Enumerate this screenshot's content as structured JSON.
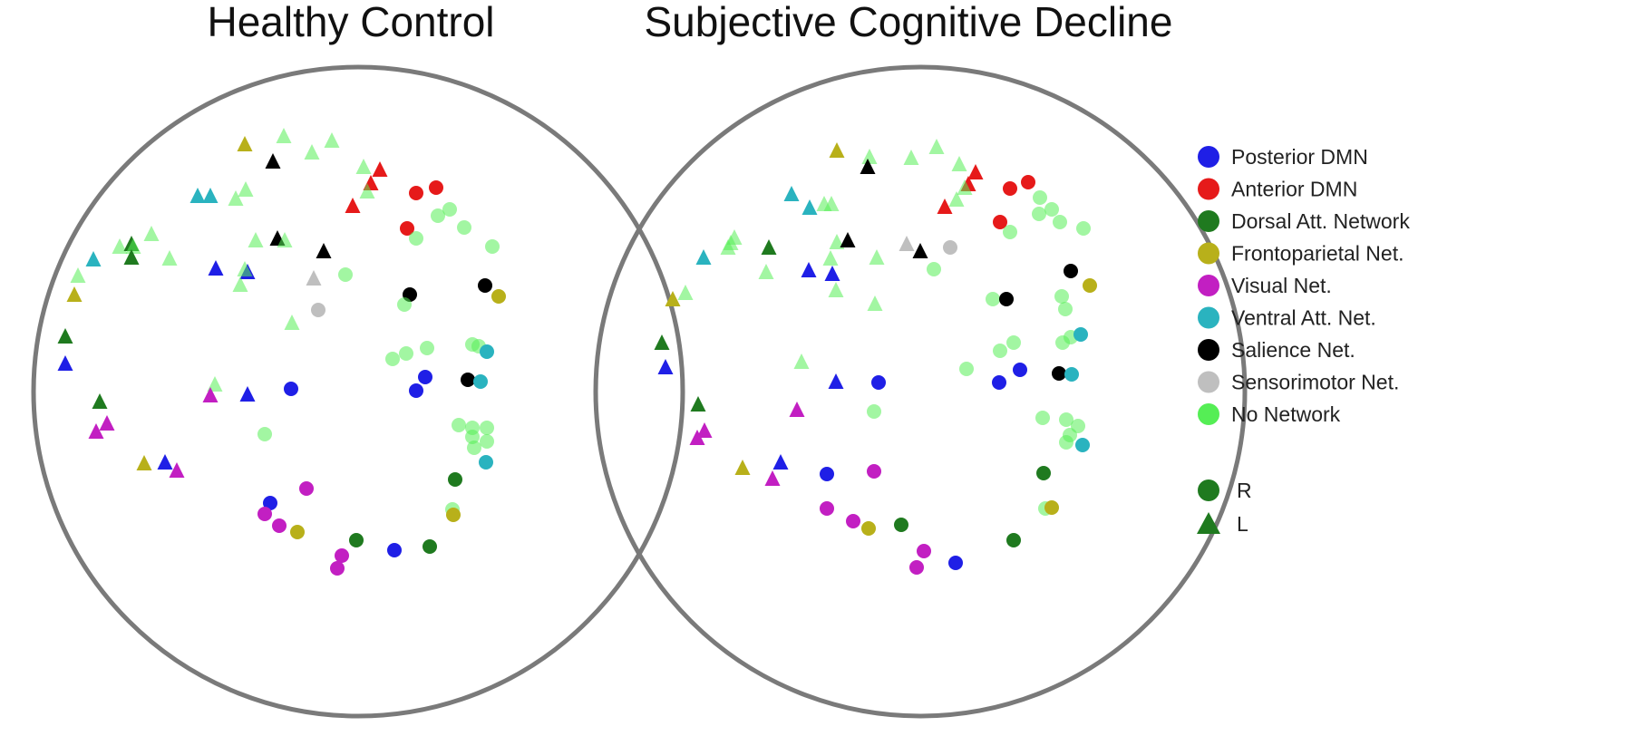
{
  "titles": {
    "left": "Healthy Control",
    "right": "Subjective Cognitive Decline"
  },
  "legend": {
    "networks": [
      {
        "key": "pdmn",
        "label": "Posterior DMN",
        "color": "#1f1fe6"
      },
      {
        "key": "admn",
        "label": "Anterior DMN",
        "color": "#e61a1a"
      },
      {
        "key": "dan",
        "label": "Dorsal Att. Network",
        "color": "#1f7a1f"
      },
      {
        "key": "fpn",
        "label": "Frontoparietal Net.",
        "color": "#b8b01a"
      },
      {
        "key": "vis",
        "label": "Visual Net.",
        "color": "#c21fc2"
      },
      {
        "key": "van",
        "label": "Ventral Att. Net.",
        "color": "#2ab3bf"
      },
      {
        "key": "sal",
        "label": "Salience Net.",
        "color": "#000000"
      },
      {
        "key": "smn",
        "label": "Sensorimotor Net.",
        "color": "#bfbfbf"
      },
      {
        "key": "none",
        "label": "No Network",
        "color": "#55ee55"
      }
    ],
    "hemispheres": [
      {
        "key": "R",
        "label": "R",
        "shape": "circle"
      },
      {
        "key": "L",
        "label": "L",
        "shape": "triangle"
      }
    ]
  },
  "colors": {
    "circle_outline": "#7a7a7a",
    "no_network_fill": "#55ee55",
    "no_network_opacity": 0.55
  }
}
